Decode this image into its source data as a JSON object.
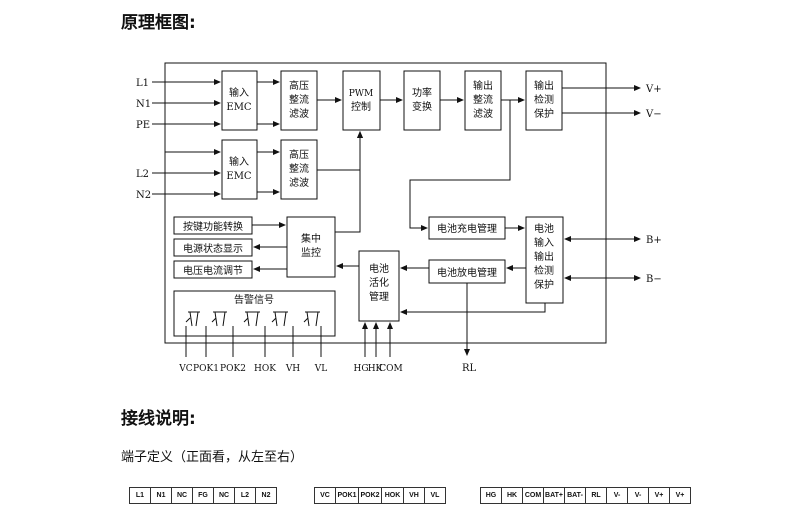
{
  "section1_title": "原理框图:",
  "section2_title": "接线说明:",
  "terminal_def_title": "端子定义（正面看，从左至右）",
  "inputs": {
    "l1": "L1",
    "n1": "N1",
    "pe": "PE",
    "l2": "L2",
    "n2": "N2"
  },
  "outputs": {
    "vplus": "V+",
    "vminus": "V−",
    "bplus": "B+",
    "bminus": "B−"
  },
  "blocks": {
    "emc1": [
      "输入",
      "EMC"
    ],
    "hv1": [
      "高压",
      "整流",
      "滤波"
    ],
    "pwm": [
      "PWM",
      "控制"
    ],
    "power": [
      "功率",
      "变换"
    ],
    "outfilter": [
      "输出",
      "整流",
      "滤波"
    ],
    "outprot": [
      "输出",
      "检测",
      "保护"
    ],
    "emc2": [
      "输入",
      "EMC"
    ],
    "hv2": [
      "高压",
      "整流",
      "滤波"
    ],
    "keyswitch": "按键功能转换",
    "powerstatus": "电源状态显示",
    "vcadjust": "电压电流调节",
    "monitor": [
      "集中",
      "监控"
    ],
    "activation": [
      "电池",
      "活化",
      "管理"
    ],
    "charge": "电池充电管理",
    "discharge": "电池放电管理",
    "batprot": [
      "电池",
      "输入",
      "输出",
      "检测",
      "保护"
    ],
    "alarm": "告警信号"
  },
  "signals": [
    "VC",
    "POK1",
    "POK2",
    "HOK",
    "VH",
    "VL"
  ],
  "activation_pins": [
    "HG",
    "HK",
    "COM"
  ],
  "rl": "RL",
  "terminals": {
    "group1": [
      "L1",
      "N1",
      "NC",
      "FG",
      "NC",
      "L2",
      "N2"
    ],
    "group2": [
      "VC",
      "POK1",
      "POK2",
      "HOK",
      "VH",
      "VL"
    ],
    "group3": [
      "HG",
      "HK",
      "COM",
      "BAT+",
      "BAT-",
      "RL",
      "V-",
      "V-",
      "V+",
      "V+"
    ]
  }
}
